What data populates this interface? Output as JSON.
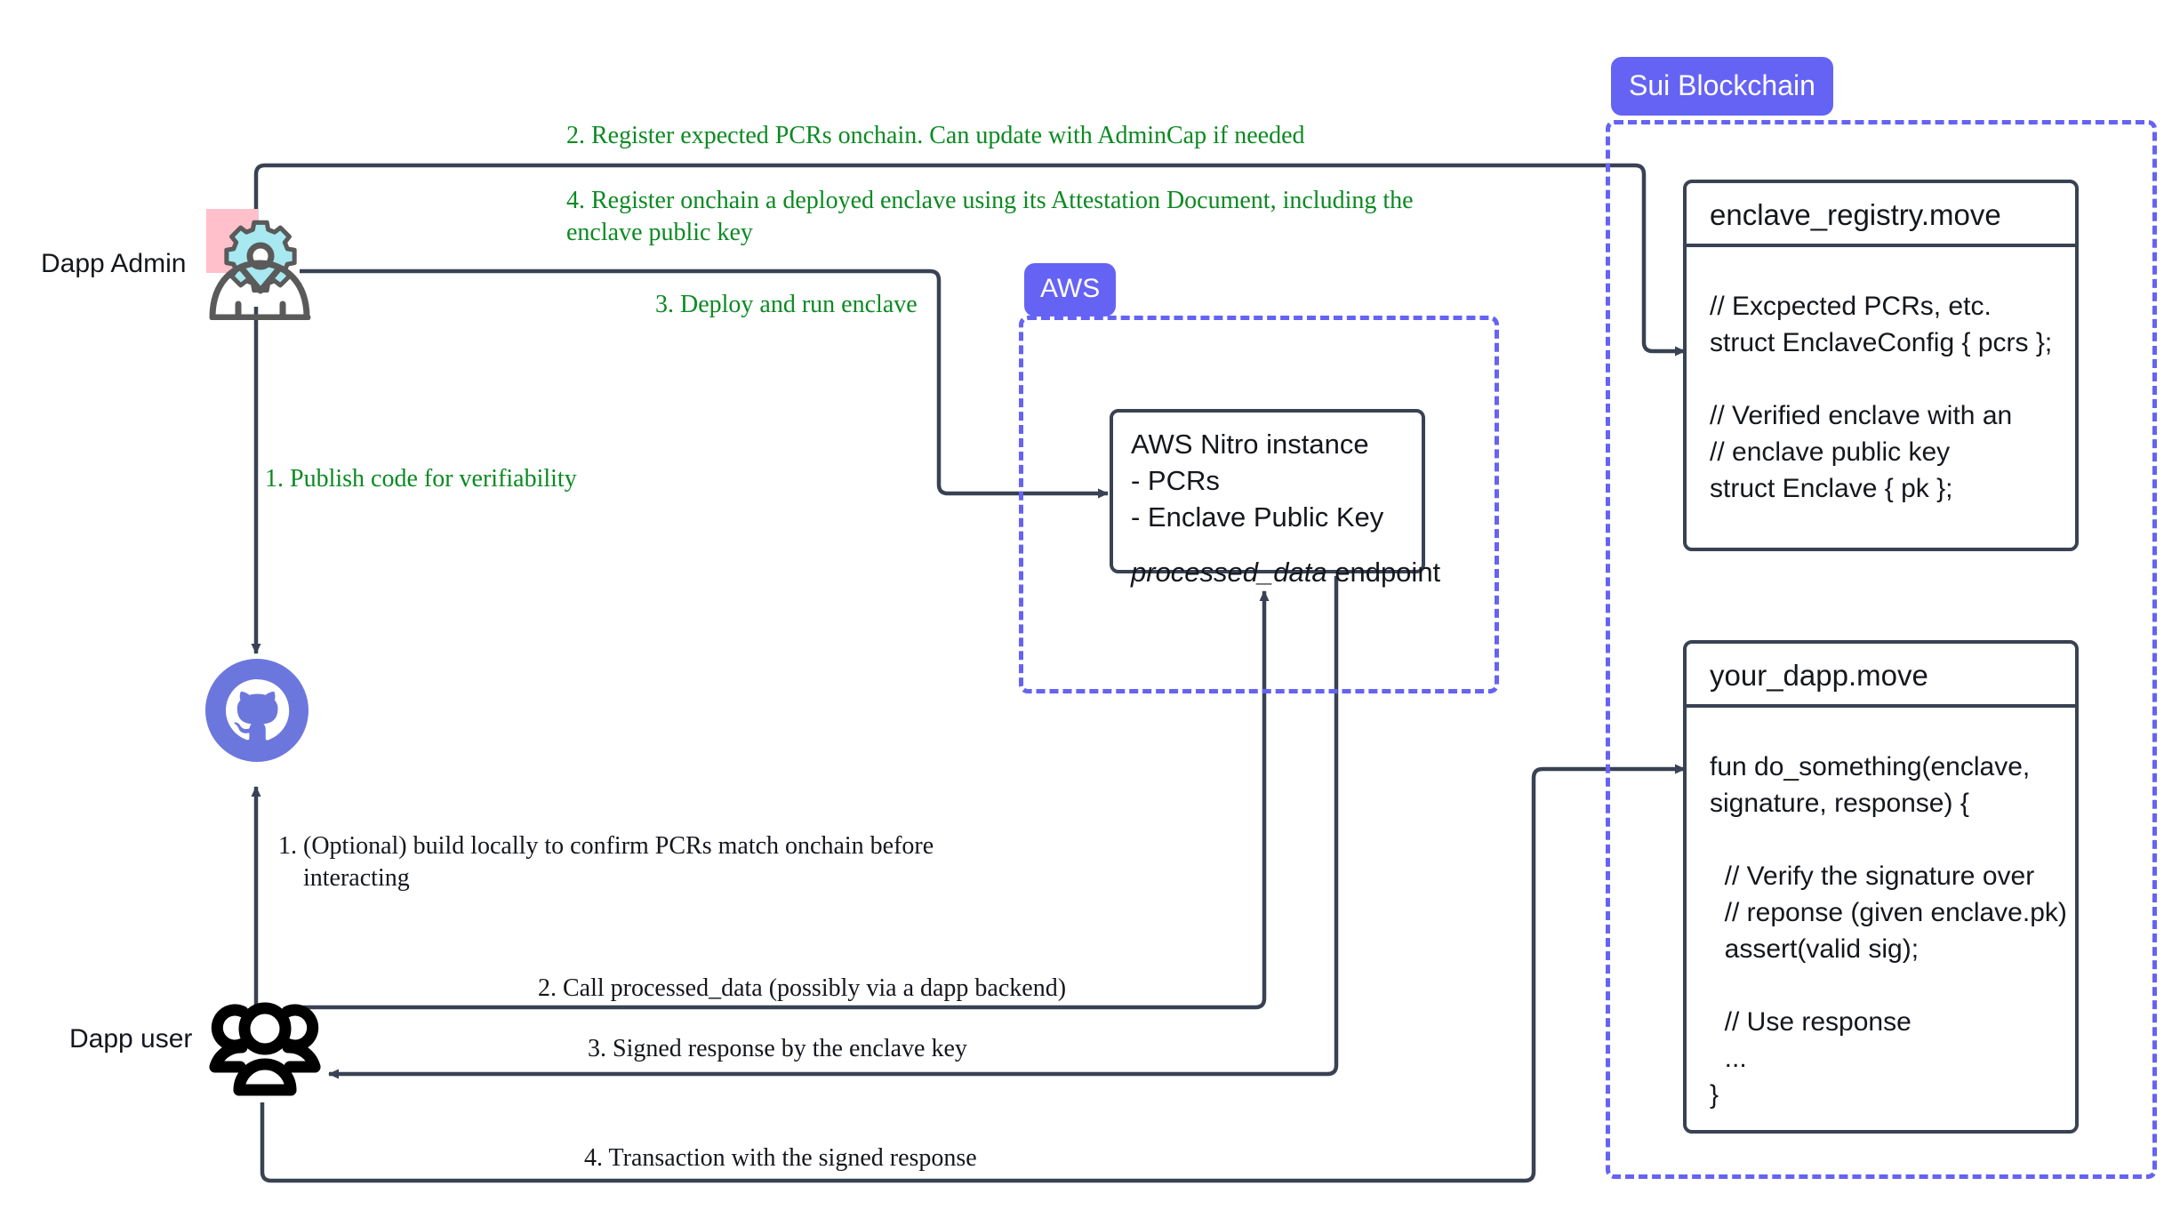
{
  "zones": {
    "aws": {
      "label": "AWS"
    },
    "sui": {
      "label": "Sui Blockchain"
    }
  },
  "actors": {
    "admin": {
      "label": "Dapp Admin",
      "icon": "admin-gear-person-icon"
    },
    "github": {
      "icon": "github-icon"
    },
    "user": {
      "label": "Dapp user",
      "icon": "users-group-icon"
    }
  },
  "nodes": {
    "nitro": {
      "name": "AWS Nitro instance",
      "line1": "AWS Nitro instance",
      "line2": "- PCRs",
      "line3": "- Enclave Public Key",
      "endpoint_italic": "processed_data",
      "endpoint_rest": " endpoint"
    }
  },
  "modules": [
    {
      "title": "enclave_registry.move",
      "body": "// Excpected PCRs, etc.\nstruct EnclaveConfig { pcrs };\n\n// Verified enclave with an\n// enclave public key\nstruct Enclave { pk };"
    },
    {
      "title": "your_dapp.move",
      "body": "fun do_something(enclave,\nsignature, response) {\n\n  // Verify the signature over\n  // reponse (given enclave.pk)\n  assert(valid sig);\n\n  // Use response\n  ...\n}"
    }
  ],
  "flows": {
    "admin_register_pcrs": "2. Register expected PCRs onchain. Can update with AdminCap if needed",
    "admin_register_enclave": "4. Register onchain a deployed enclave using its Attestation Document, including the\nenclave public key",
    "admin_deploy": "3. Deploy and run enclave",
    "admin_publish": "1. Publish code for verifiability",
    "user_optional_build": "1. (Optional) build locally to confirm PCRs match onchain before\n    interacting",
    "user_call": "2. Call processed_data (possibly via a dapp backend)",
    "user_signed_response": "3. Signed response by the enclave key",
    "user_transaction": "4. Transaction with the signed response"
  },
  "colors": {
    "accent_purple": "#6563f4",
    "wire": "#394253",
    "green_note": "#0b8a22",
    "pink": "#ffc0cb",
    "gear_cyan": "#a8e8f0"
  }
}
